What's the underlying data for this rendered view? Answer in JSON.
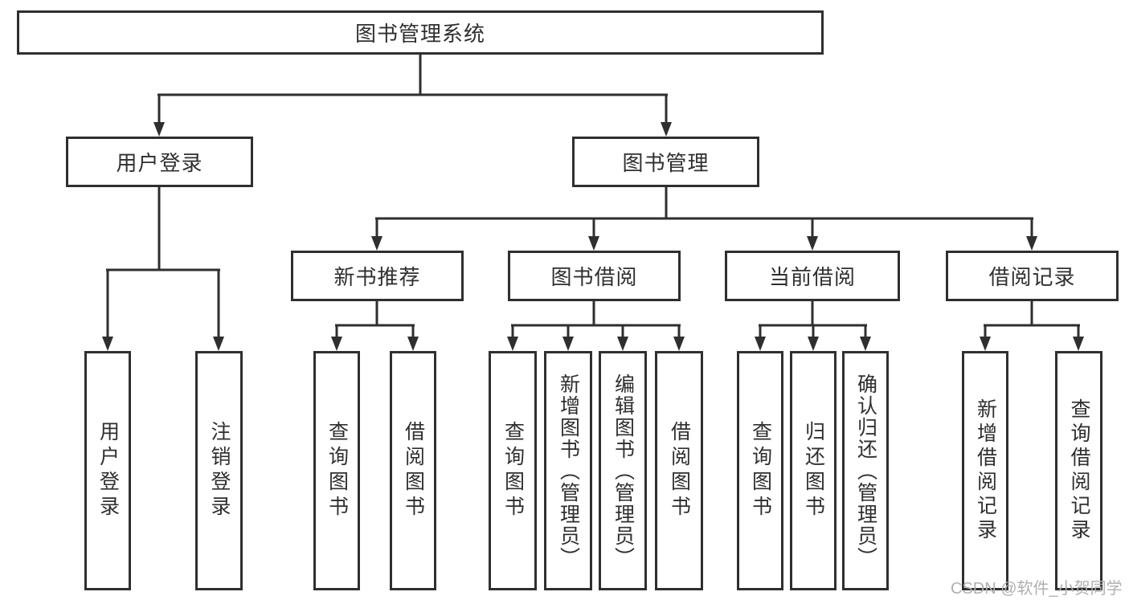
{
  "diagram": {
    "root": "图书管理系统",
    "user_login": "用户登录",
    "book_mgmt": "图书管理",
    "login_children": [
      "用户登录",
      "注销登录"
    ],
    "modules": [
      "新书推荐",
      "图书借阅",
      "当前借阅",
      "借阅记录"
    ],
    "new_book_children": [
      "查询图书",
      "借阅图书"
    ],
    "borrow_children": [
      "查询图书",
      "新增图书（管理员）",
      "编辑图书（管理员）",
      "借阅图书"
    ],
    "current_children": [
      "查询图书",
      "归还图书",
      "确认归还（管理员）"
    ],
    "record_children": [
      "新增借阅记录",
      "查询借阅记录"
    ]
  },
  "watermark": "CSDN @软件_小贺同学",
  "colors": {
    "line": "#2f2f2f",
    "text": "#2f2f2f",
    "background": "#ffffff",
    "watermark": "#b0b0b0"
  }
}
